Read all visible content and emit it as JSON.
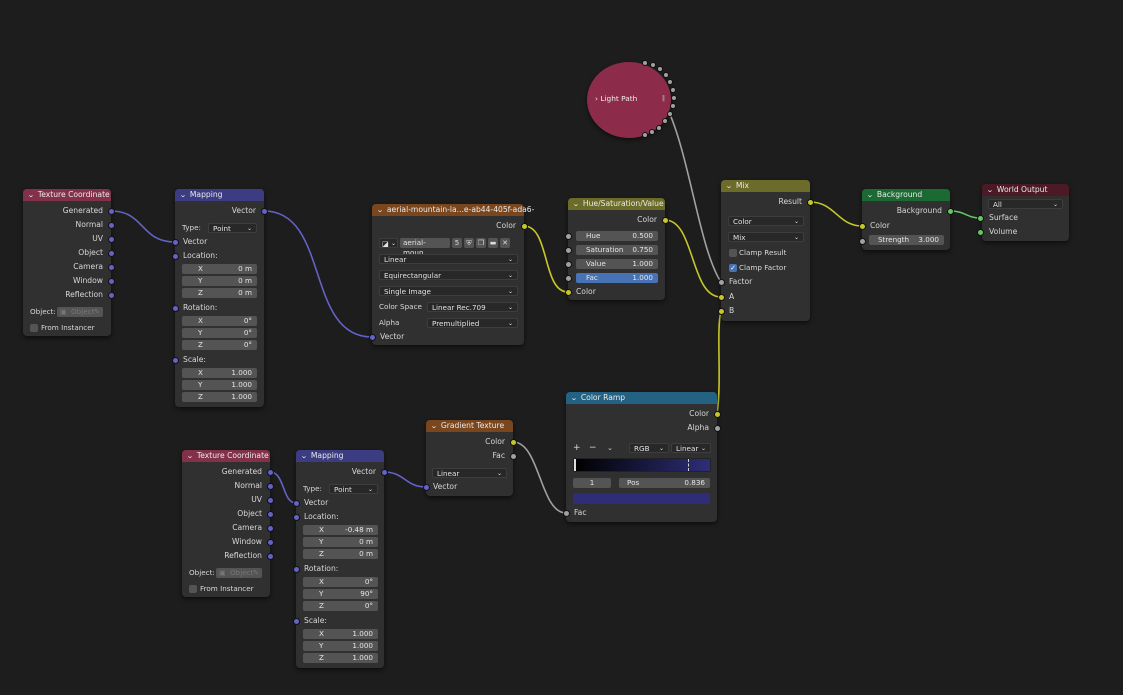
{
  "sockets_text": {
    "generated": "Generated",
    "normal": "Normal",
    "uv": "UV",
    "object": "Object",
    "camera": "Camera",
    "window": "Window",
    "reflection": "Reflection",
    "vector": "Vector",
    "color": "Color",
    "fac": "Fac",
    "alpha": "Alpha",
    "factor": "Factor",
    "result": "Result",
    "a": "A",
    "b": "B",
    "surface": "Surface",
    "volume": "Volume",
    "background": "Background"
  },
  "tex_coord_1": {
    "title": "Texture Coordinate",
    "object_label": "Object:",
    "object_placeholder": "Object",
    "from_instancer": "From Instancer"
  },
  "mapping_1": {
    "title": "Mapping",
    "type_label": "Type:",
    "type_value": "Point",
    "location_label": "Location:",
    "rotation_label": "Rotation:",
    "scale_label": "Scale:",
    "loc": {
      "x": "0 m",
      "y": "0 m",
      "z": "0 m"
    },
    "rot": {
      "x": "0°",
      "y": "0°",
      "z": "0°"
    },
    "scale": {
      "x": "1.000",
      "y": "1.000",
      "z": "1.000"
    },
    "axis": {
      "x": "X",
      "y": "Y",
      "z": "Z"
    }
  },
  "env_tex": {
    "title": "aerial-mountain-la...e-ab44-405f-ada6-",
    "image_name": "aerial-moun...",
    "users": "5",
    "interpolation": "Linear",
    "projection": "Equirectangular",
    "source": "Single Image",
    "color_space_label": "Color Space",
    "color_space": "Linear Rec.709",
    "alpha_label": "Alpha",
    "alpha": "Premultiplied"
  },
  "hsv": {
    "title": "Hue/Saturation/Value",
    "hue_label": "Hue",
    "hue": "0.500",
    "sat_label": "Saturation",
    "sat": "0.750",
    "val_label": "Value",
    "val": "1.000",
    "fac_label": "Fac",
    "fac": "1.000"
  },
  "light_path": {
    "title": "Light Path"
  },
  "mix": {
    "title": "Mix",
    "data_type": "Color",
    "blend": "Mix",
    "clamp_result": "Clamp Result",
    "clamp_factor": "Clamp Factor"
  },
  "background_node": {
    "title": "Background",
    "strength_label": "Strength",
    "strength": "3.000"
  },
  "world_output": {
    "title": "World Output",
    "target": "All"
  },
  "tex_coord_2": {
    "title": "Texture Coordinate",
    "object_label": "Object:",
    "object_placeholder": "Object",
    "from_instancer": "From Instancer"
  },
  "mapping_2": {
    "title": "Mapping",
    "type_label": "Type:",
    "type_value": "Point",
    "location_label": "Location:",
    "rotation_label": "Rotation:",
    "scale_label": "Scale:",
    "loc": {
      "x": "-0.48 m",
      "y": "0 m",
      "z": "0 m"
    },
    "rot": {
      "x": "0°",
      "y": "90°",
      "z": "0°"
    },
    "scale": {
      "x": "1.000",
      "y": "1.000",
      "z": "1.000"
    },
    "axis": {
      "x": "X",
      "y": "Y",
      "z": "Z"
    }
  },
  "gradient_tex": {
    "title": "Gradient Texture",
    "gradient_type": "Linear"
  },
  "color_ramp": {
    "title": "Color Ramp",
    "plus": "+",
    "minus": "−",
    "mode": "RGB",
    "interp": "Linear",
    "index": "1",
    "pos_label": "Pos",
    "pos": "0.836",
    "stop_position": 0.836
  },
  "colors": {
    "input_header": "#83314a",
    "vector_header": "#3c3c83",
    "texture_header": "#79461d",
    "color_header": "#6c6c2a",
    "converter_header": "#246283",
    "shader_header": "#1b6a34",
    "output_header": "#4b1a26",
    "vector_socket": "#6363c7",
    "color_socket": "#c7c729",
    "float_socket": "#a1a1a1",
    "shader_socket": "#63c763",
    "active_field": "#4772b3"
  },
  "icons": [
    "chevron-down-icon",
    "image-icon",
    "shield-icon",
    "duplicate-icon",
    "folder-icon",
    "close-icon",
    "eyedropper-icon",
    "check-icon",
    "chevron-right-icon"
  ]
}
